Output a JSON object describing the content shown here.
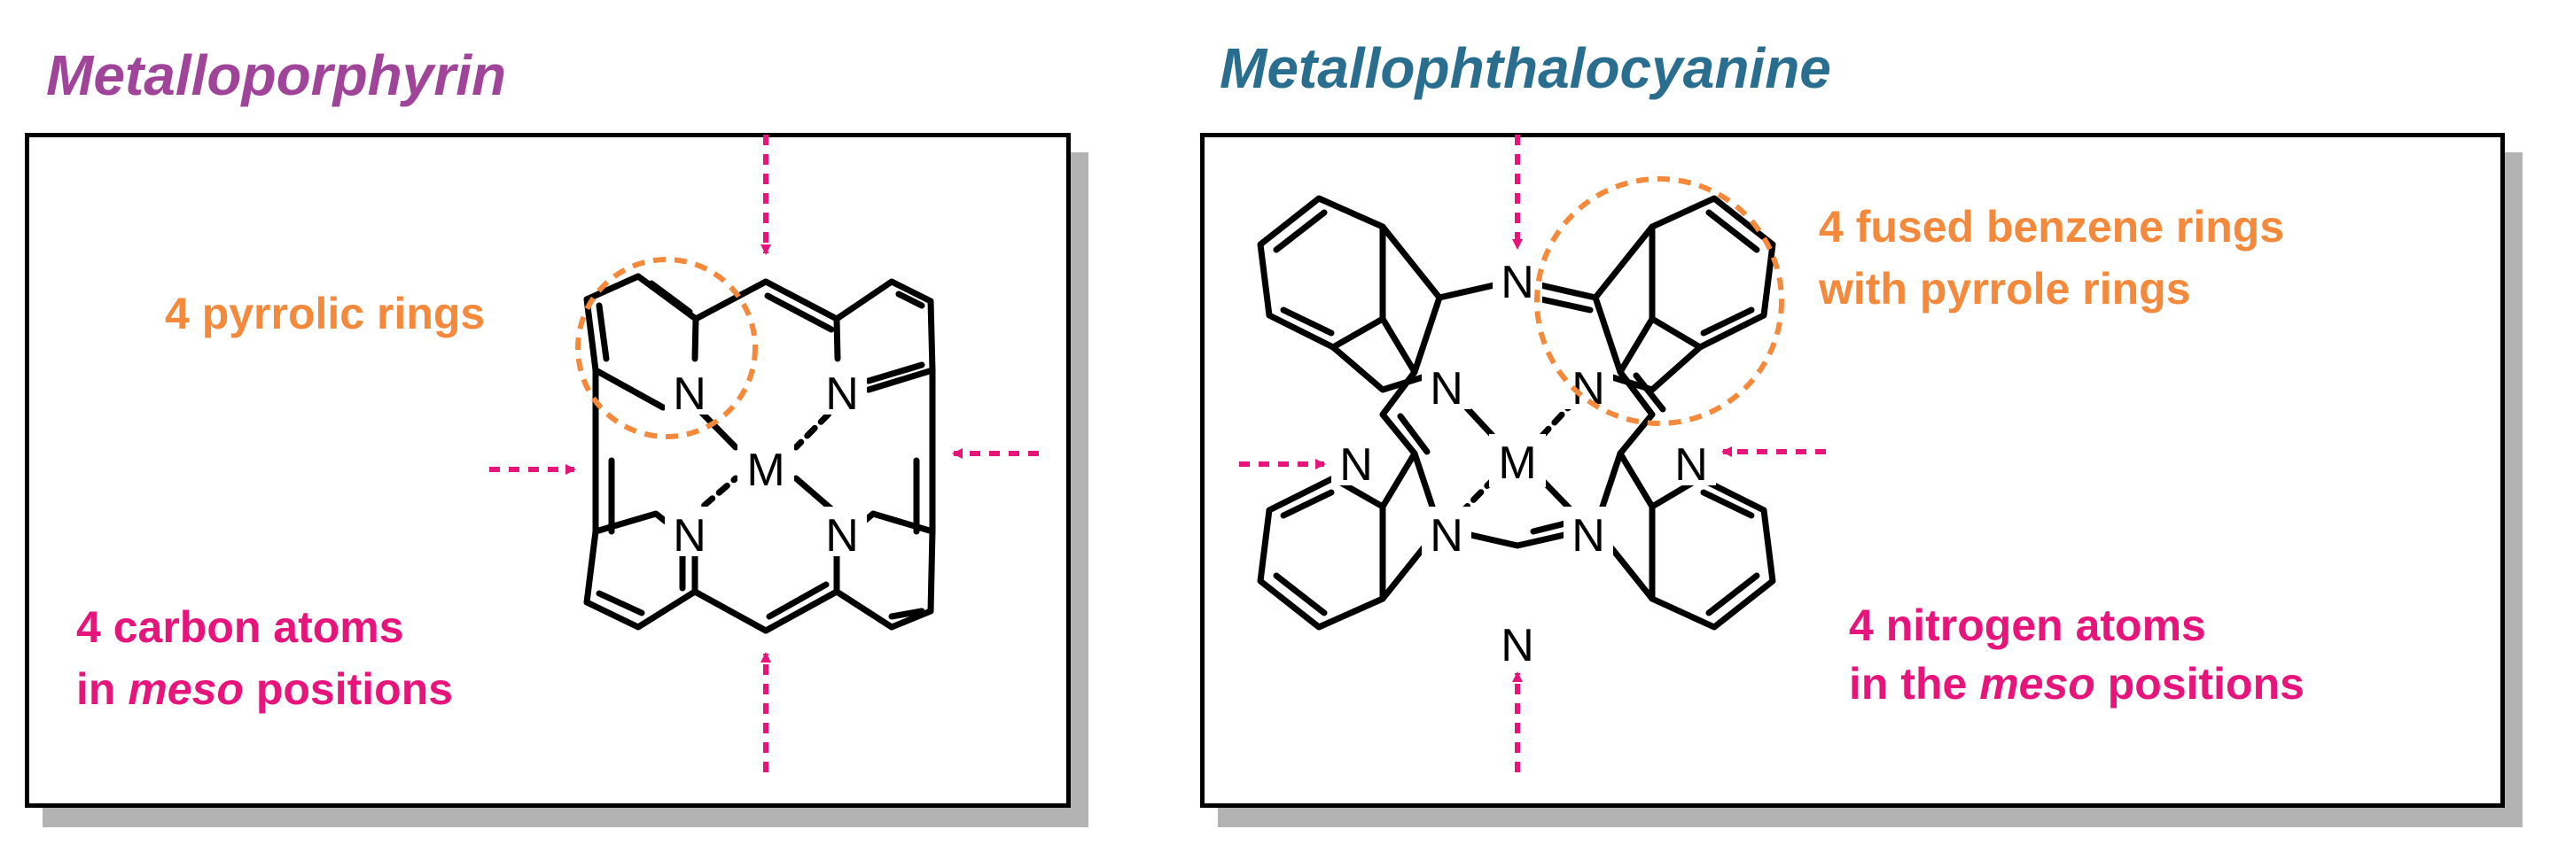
{
  "panels": [
    {
      "title": "Metalloporphyrin",
      "ring_label": "4 pyrrolic rings",
      "meso_label_line1": "4 carbon atoms",
      "meso_label_line2_pre": "in ",
      "meso_label_line2_italic": "meso",
      "meso_label_line2_post": " positions",
      "atoms": {
        "metal": "M",
        "nitrogen": "N"
      }
    },
    {
      "title": "Metallophthalocyanine",
      "ring_label_line1": "4 fused benzene rings",
      "ring_label_line2": "with pyrrole rings",
      "meso_label_line1": "4 nitrogen atoms",
      "meso_label_line2_pre": "in the ",
      "meso_label_line2_italic": "meso",
      "meso_label_line2_post": " positions",
      "atoms": {
        "metal": "M",
        "nitrogen": "N"
      }
    }
  ],
  "colors": {
    "title_porphyrin": "#a0449a",
    "title_phthalocyanine": "#2a6e8f",
    "ring_highlight": "#f4893c",
    "meso_arrow": "#e6147b",
    "bond": "#000000",
    "panel_shadow": "#b3b3b3"
  }
}
